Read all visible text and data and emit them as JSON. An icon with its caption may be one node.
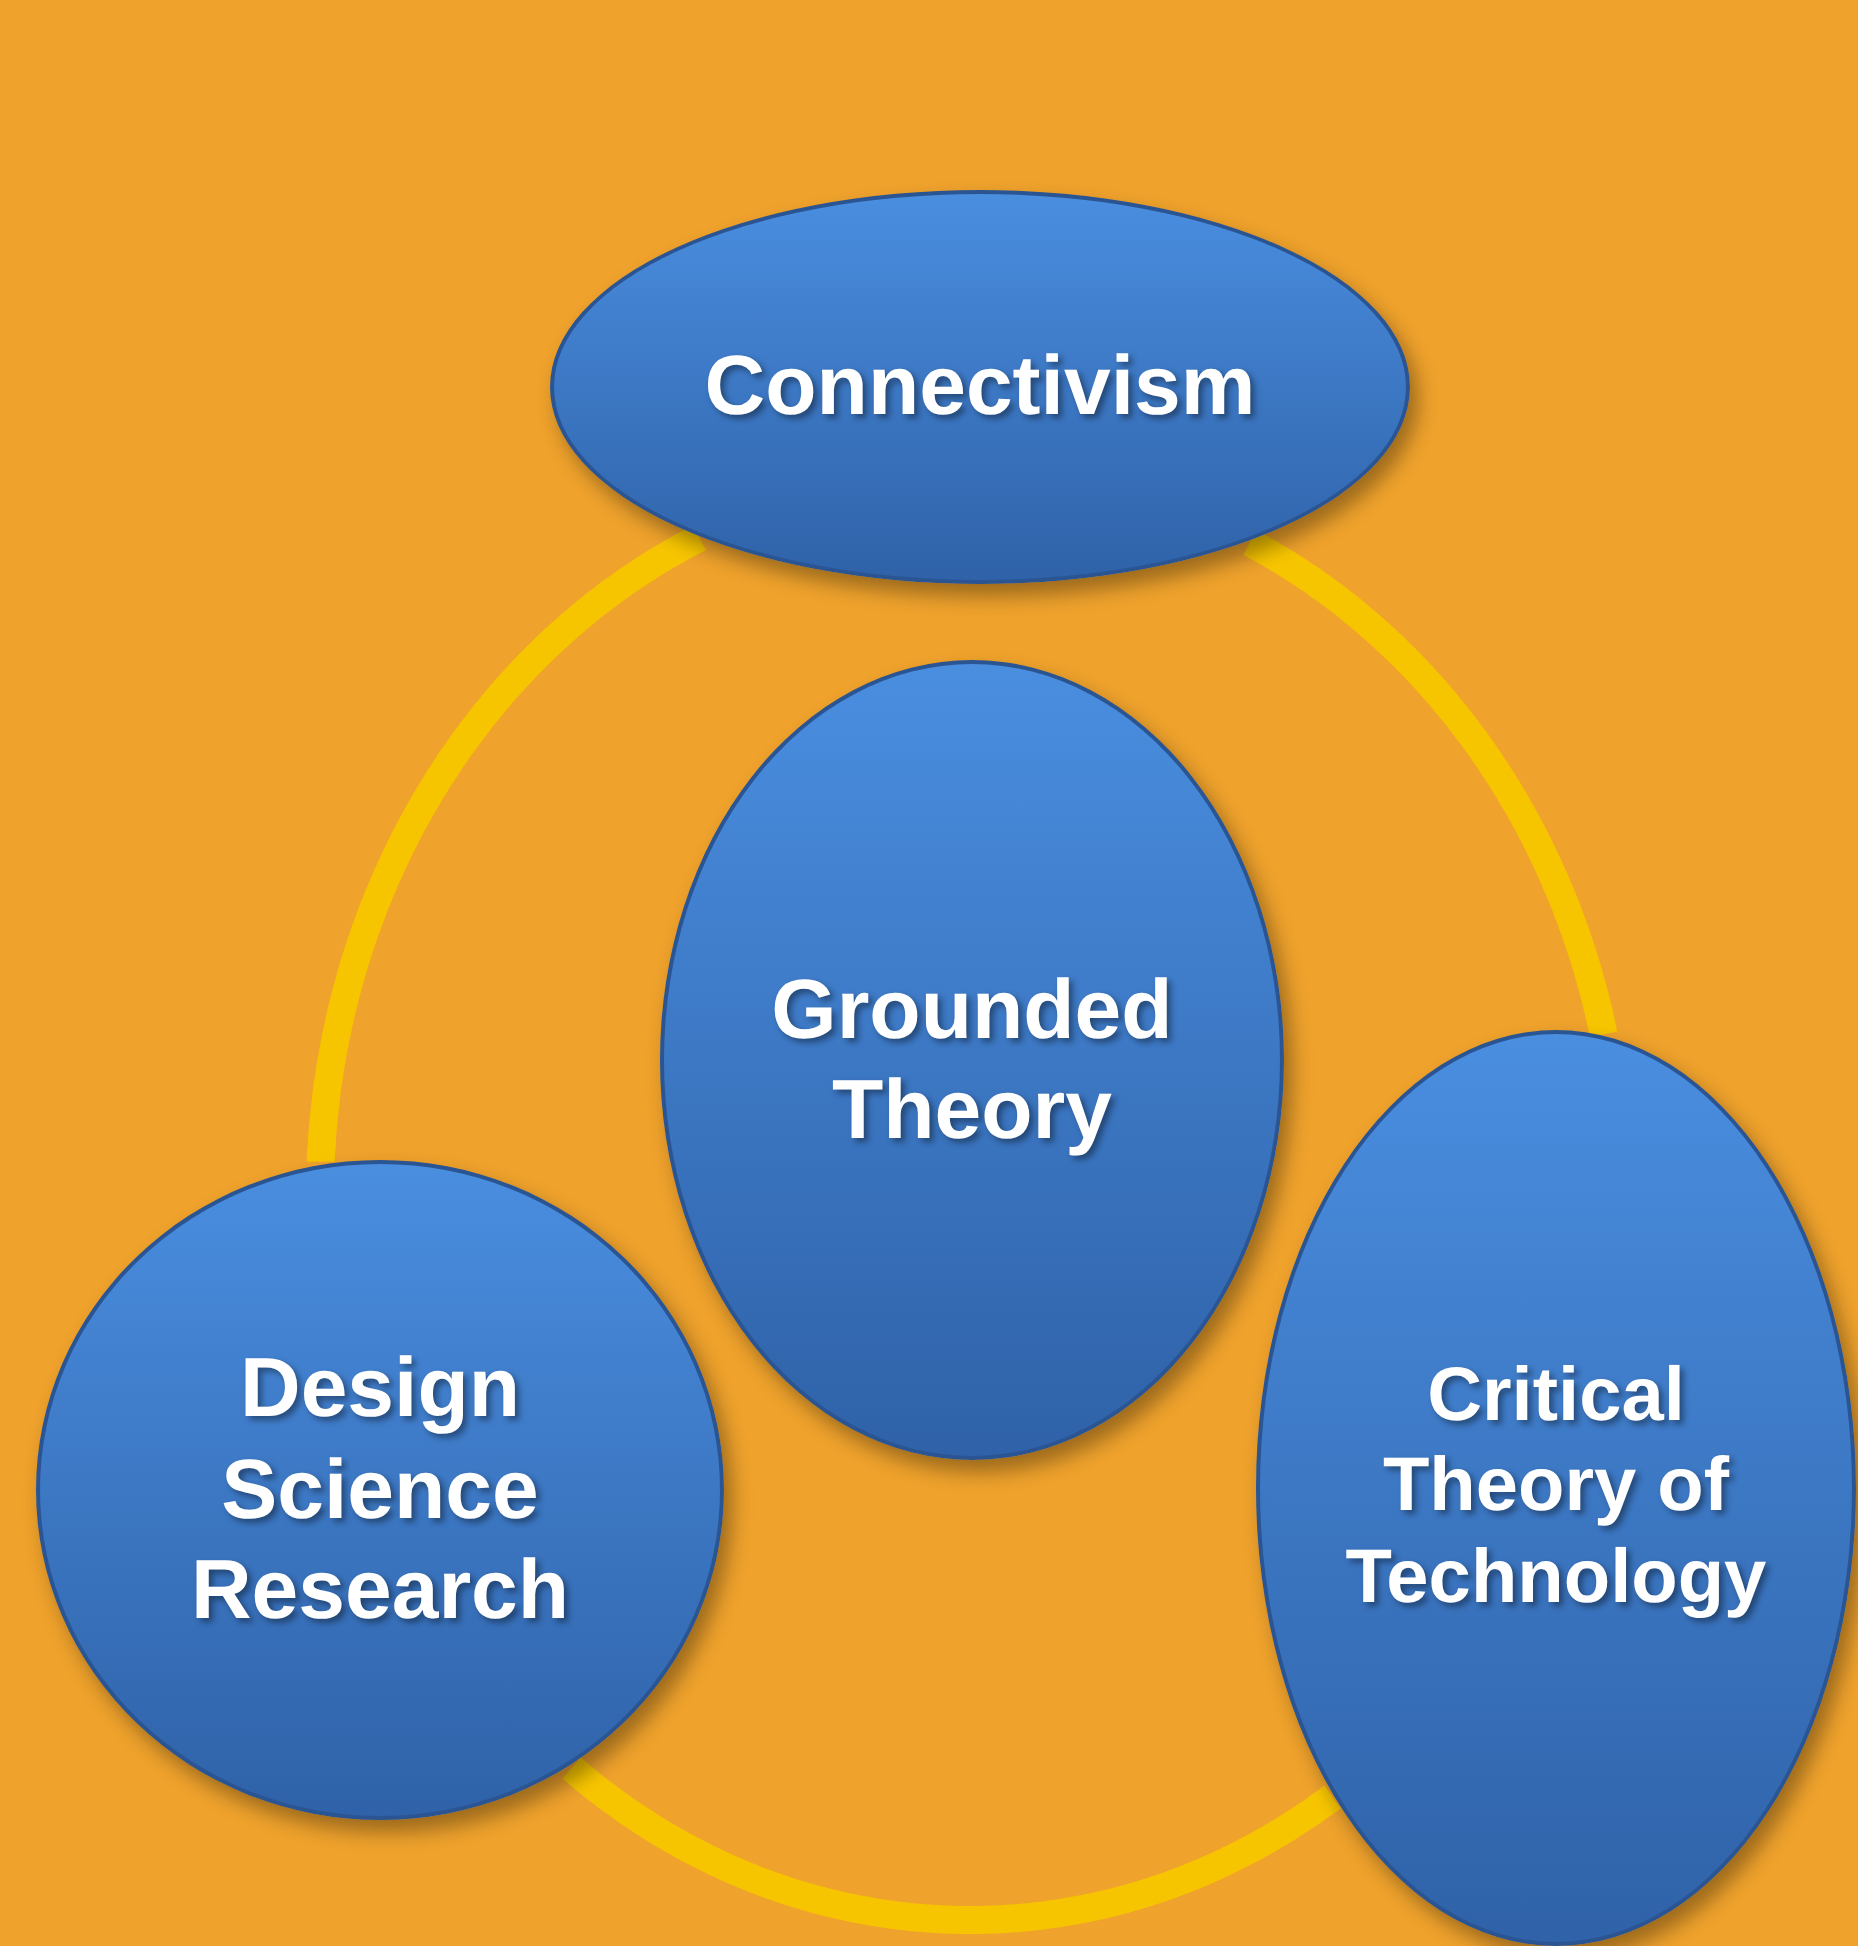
{
  "diagram": {
    "nodes": [
      {
        "text": [
          "Connectivism"
        ]
      },
      {
        "text": [
          "Grounded Theory"
        ]
      },
      {
        "text": [
          "Design Science Research"
        ]
      },
      {
        "text": [
          "Critical Theory of Technology"
        ]
      }
    ],
    "edges": [
      {
        "from": 0,
        "to": 3,
        "arrow": "none"
      },
      {
        "from": 3,
        "to": 2,
        "arrow": "none"
      },
      {
        "from": 2,
        "to": 0,
        "arrow": "none"
      }
    ]
  }
}
